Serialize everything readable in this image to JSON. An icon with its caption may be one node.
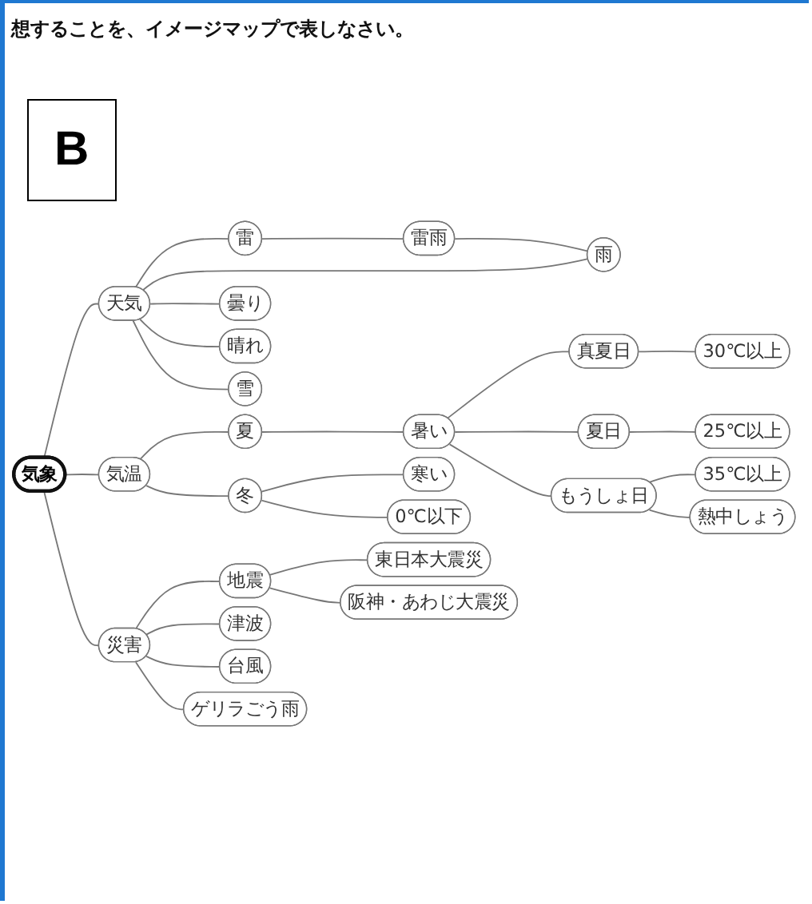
{
  "diagram": {
    "title": "想することを、イメージマップで表しなさい。",
    "nodes": [
      {
        "text": [
          "30℃以上"
        ]
      },
      {
        "text": [
          "25℃以上"
        ]
      },
      {
        "text": [
          "真夏日"
        ]
      },
      {
        "text": [
          "35℃以上"
        ]
      },
      {
        "text": [
          "夏日"
        ]
      },
      {
        "text": [
          "もうしょ日"
        ]
      },
      {
        "text": [
          "暑い"
        ]
      },
      {
        "text": [
          "熱中しょう"
        ]
      },
      {
        "text": [
          "雷雨"
        ]
      },
      {
        "text": [
          "夏"
        ]
      },
      {
        "text": [
          "冬"
        ]
      },
      {
        "text": [
          "寒い"
        ]
      },
      {
        "text": [
          "雷"
        ]
      },
      {
        "text": [
          "雨"
        ]
      },
      {
        "text": [
          "天気"
        ]
      },
      {
        "text": [
          "気温"
        ]
      },
      {
        "text": [
          "0℃以下"
        ]
      },
      {
        "text": [
          "曇り"
        ]
      },
      {
        "text": [
          "晴れ"
        ]
      },
      {
        "text": [
          "気象"
        ]
      },
      {
        "text": [
          "雪"
        ]
      },
      {
        "text": [
          "東日本大震災"
        ]
      },
      {
        "text": [
          "災害"
        ]
      },
      {
        "text": [
          "地震"
        ]
      },
      {
        "text": [
          "阪神・あわじ大震災"
        ]
      },
      {
        "text": [
          "津波"
        ]
      },
      {
        "text": [
          "台風"
        ]
      },
      {
        "text": [
          "ゲリラごう雨"
        ]
      }
    ],
    "edges": [
      {
        "from": 19,
        "to": 14,
        "arrow": "none"
      },
      {
        "from": 19,
        "to": 15,
        "arrow": "none"
      },
      {
        "from": 19,
        "to": 22,
        "arrow": "none"
      },
      {
        "from": 14,
        "to": 12,
        "arrow": "none"
      },
      {
        "from": 12,
        "to": 8,
        "arrow": "none"
      },
      {
        "from": 8,
        "to": 13,
        "arrow": "none"
      },
      {
        "from": 14,
        "to": 13,
        "arrow": "none"
      },
      {
        "from": 14,
        "to": 17,
        "arrow": "none"
      },
      {
        "from": 14,
        "to": 18,
        "arrow": "none"
      },
      {
        "from": 14,
        "to": 20,
        "arrow": "none"
      },
      {
        "from": 15,
        "to": 9,
        "arrow": "none"
      },
      {
        "from": 9,
        "to": 6,
        "arrow": "none"
      },
      {
        "from": 6,
        "to": 2,
        "arrow": "none"
      },
      {
        "from": 2,
        "to": 0,
        "arrow": "none"
      },
      {
        "from": 6,
        "to": 4,
        "arrow": "none"
      },
      {
        "from": 4,
        "to": 1,
        "arrow": "none"
      },
      {
        "from": 6,
        "to": 5,
        "arrow": "none"
      },
      {
        "from": 5,
        "to": 3,
        "arrow": "none"
      },
      {
        "from": 5,
        "to": 7,
        "arrow": "none"
      },
      {
        "from": 15,
        "to": 10,
        "arrow": "none"
      },
      {
        "from": 10,
        "to": 11,
        "arrow": "none"
      },
      {
        "from": 10,
        "to": 16,
        "arrow": "none"
      },
      {
        "from": 22,
        "to": 23,
        "arrow": "none"
      },
      {
        "from": 23,
        "to": 21,
        "arrow": "none"
      },
      {
        "from": 23,
        "to": 24,
        "arrow": "none"
      },
      {
        "from": 22,
        "to": 25,
        "arrow": "none"
      },
      {
        "from": 22,
        "to": 26,
        "arrow": "none"
      },
      {
        "from": 22,
        "to": 27,
        "arrow": "none"
      }
    ],
    "labels": [
      "B"
    ]
  }
}
